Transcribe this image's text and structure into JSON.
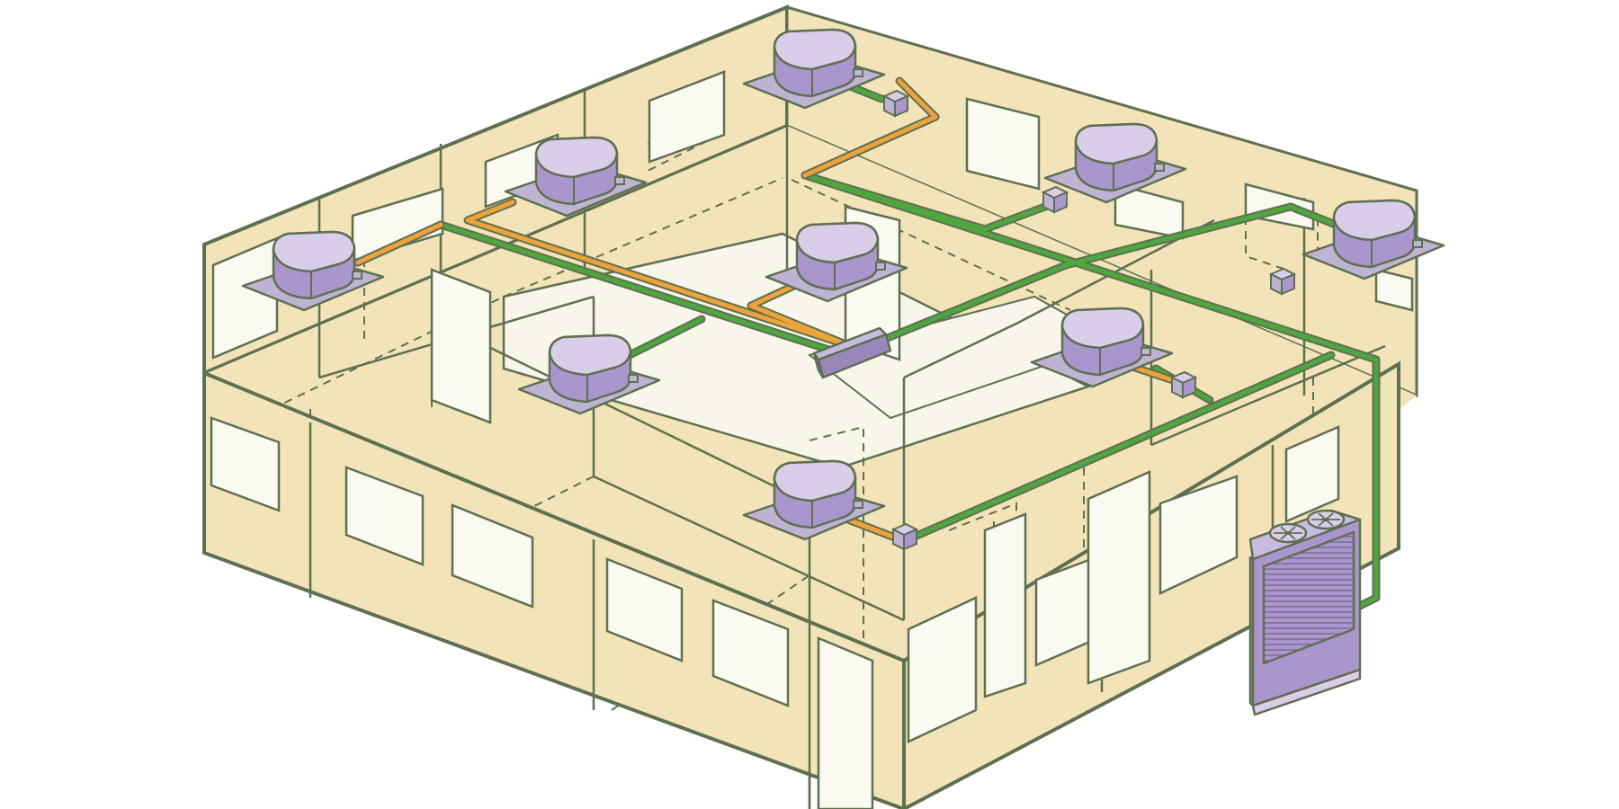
{
  "colors": {
    "background": "#ffffff",
    "wall": "#f2e3b8",
    "room": "#f8f6ea",
    "window": "#fbfaf1",
    "outline": "#5e7052",
    "unit_body": "#aa95cc",
    "unit_top": "#d9cdea",
    "unit_panel": "#bfb3d4",
    "pipe_green": "#4fa63f",
    "pipe_orange": "#eea23a"
  },
  "equipment": {
    "indoor_units": [
      {
        "id": "iu-1"
      },
      {
        "id": "iu-2"
      },
      {
        "id": "iu-3"
      },
      {
        "id": "iu-4"
      },
      {
        "id": "iu-5"
      },
      {
        "id": "iu-6"
      },
      {
        "id": "iu-7"
      },
      {
        "id": "iu-8"
      },
      {
        "id": "iu-9"
      }
    ],
    "branch_boxes": 5,
    "distribution_header": 1,
    "outdoor_unit": {
      "fans": 2
    }
  }
}
